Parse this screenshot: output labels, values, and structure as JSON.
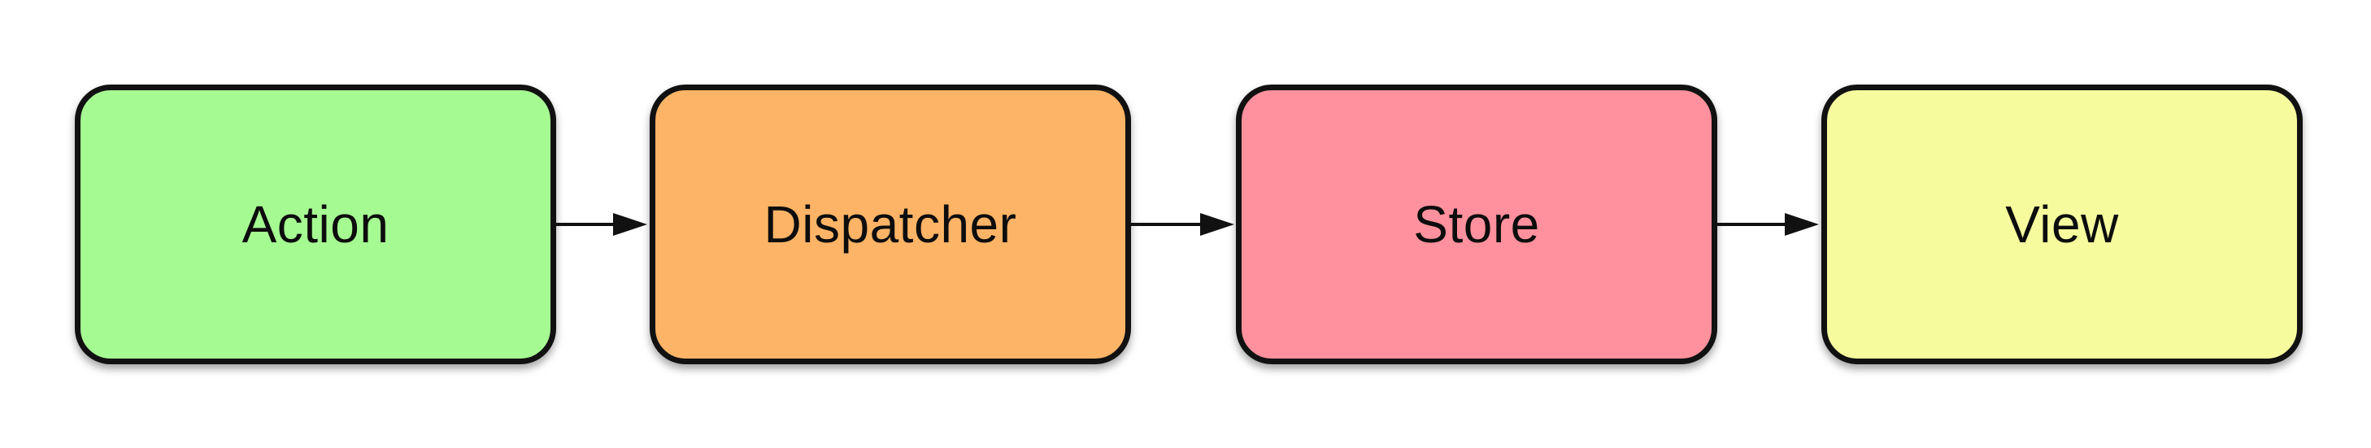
{
  "nodes": [
    {
      "id": "action",
      "label": "Action",
      "fill": "#a6fa92"
    },
    {
      "id": "dispatcher",
      "label": "Dispatcher",
      "fill": "#feb466"
    },
    {
      "id": "store",
      "label": "Store",
      "fill": "#fe919d"
    },
    {
      "id": "view",
      "label": "View",
      "fill": "#f6fb9e"
    }
  ],
  "edges": [
    {
      "from": "action",
      "to": "dispatcher"
    },
    {
      "from": "dispatcher",
      "to": "store"
    },
    {
      "from": "store",
      "to": "view"
    }
  ],
  "colors": {
    "border": "#111111",
    "arrow": "#111111",
    "background": "#ffffff"
  }
}
